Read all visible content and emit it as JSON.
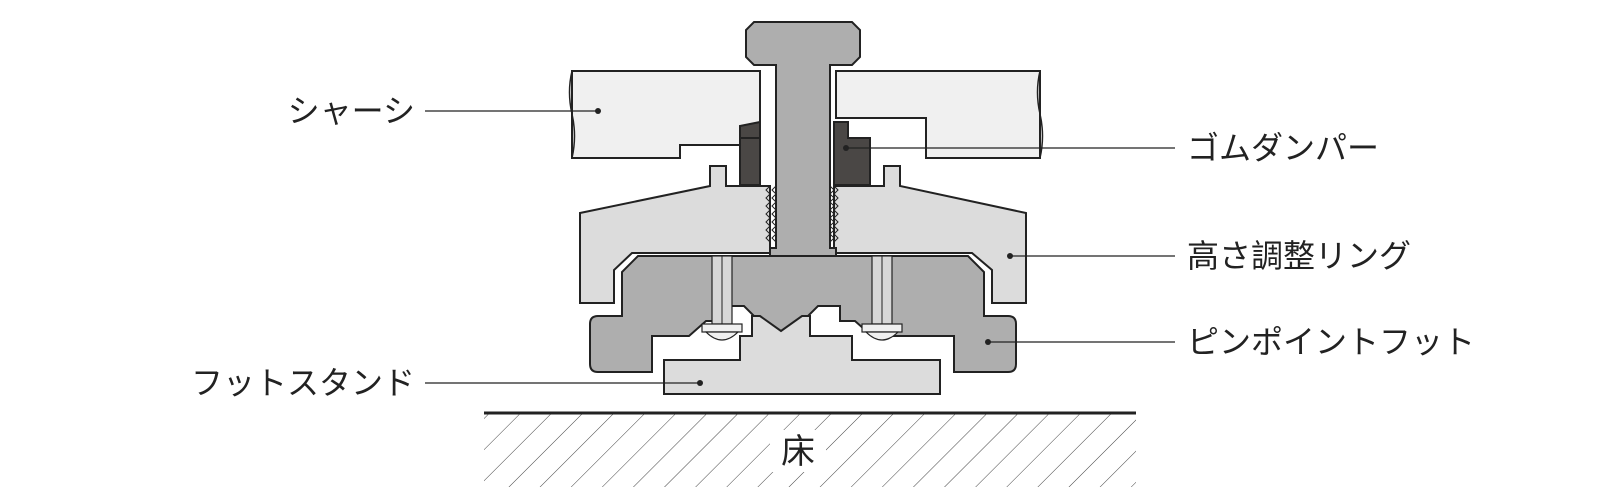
{
  "labels": {
    "chassis": "シャーシ",
    "rubber_damper": "ゴムダンパー",
    "height_ring": "高さ調整リング",
    "pinpoint_foot": "ピンポイントフット",
    "foot_stand": "フットスタンド",
    "floor": "床"
  },
  "colors": {
    "chassis": "#f0f0f0",
    "rubber": "#4a4745",
    "ring": "#dcdcdc",
    "foot": "#aeaeae",
    "bolt": "#aeaeae",
    "stand": "#dcdcdc",
    "line": "#222222"
  }
}
